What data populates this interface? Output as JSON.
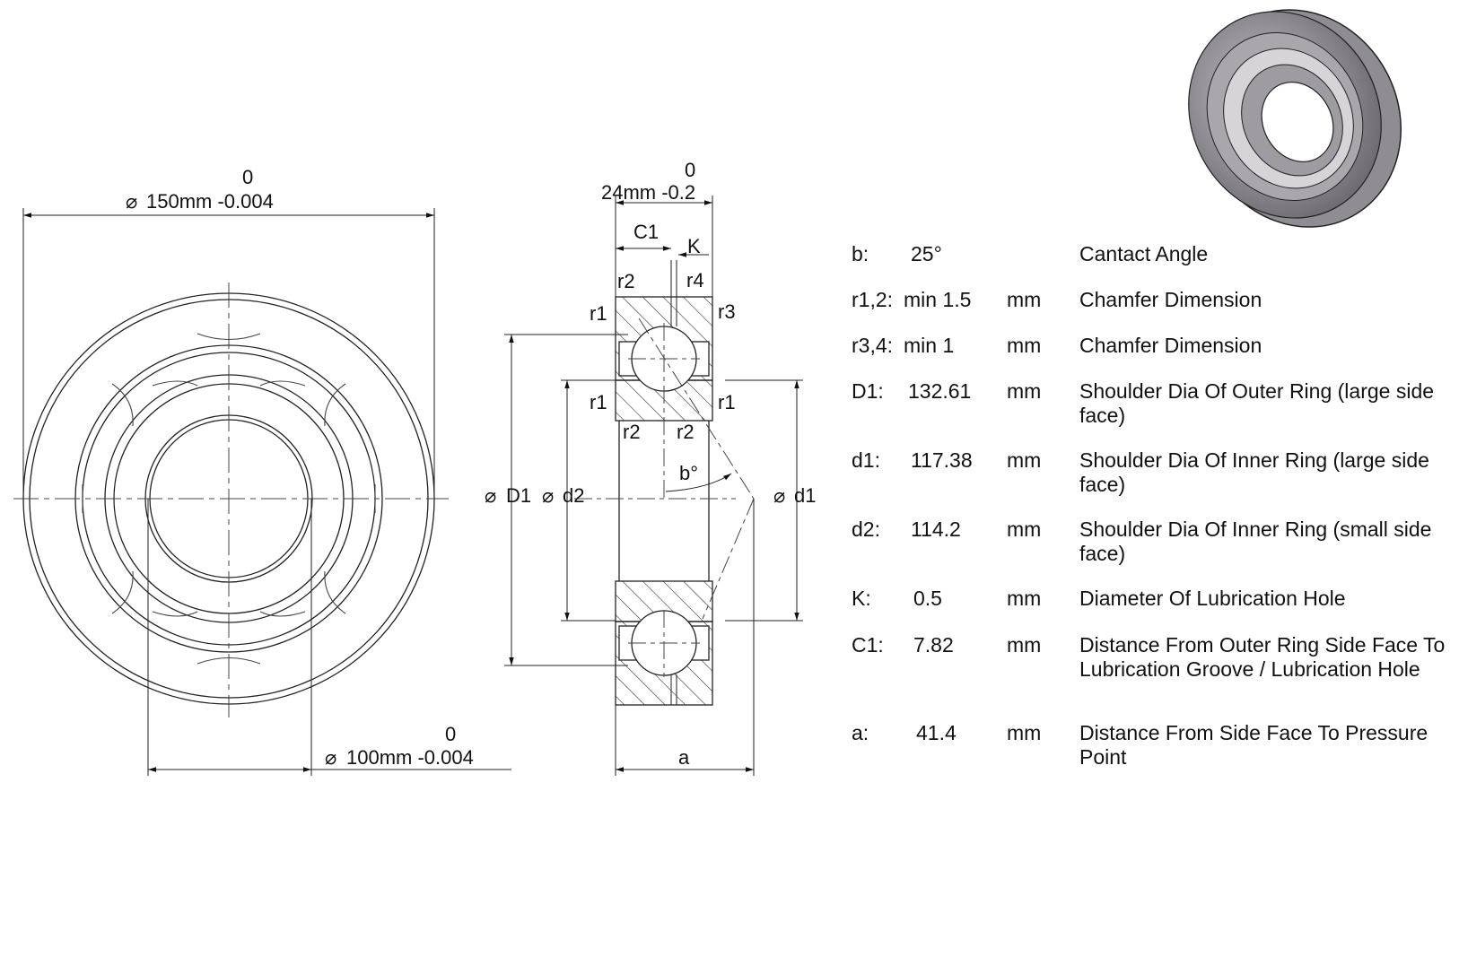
{
  "front_view": {
    "outer_diameter": {
      "zero": "0",
      "label": "150mm -0.004"
    },
    "inner_diameter": {
      "zero": "0",
      "label": "100mm -0.004"
    }
  },
  "section_view": {
    "width": {
      "zero": "0",
      "label": "24mm -0.2"
    },
    "labels": {
      "C1": "C1",
      "K": "K",
      "r2_top": "r2",
      "r4": "r4",
      "r1_top": "r1",
      "r3": "r3",
      "r1_mid_left": "r1",
      "r1_mid_right": "r1",
      "r2_mid_left": "r2",
      "r2_mid_right": "r2",
      "b_angle": "b°",
      "D1": "D1",
      "d2": "d2",
      "d1": "d1",
      "a": "a"
    }
  },
  "specs": [
    {
      "symbol": "b:",
      "value": "25°",
      "unit": "",
      "description": "Cantact Angle"
    },
    {
      "symbol": "r1,2:",
      "value": "min 1.5",
      "unit": "mm",
      "description": "Chamfer Dimension"
    },
    {
      "symbol": "r3,4:",
      "value": "min 1",
      "unit": "mm",
      "description": "Chamfer Dimension"
    },
    {
      "symbol": "D1:",
      "value": "132.61",
      "unit": "mm",
      "description": "Shoulder Dia Of Outer Ring (large side face)"
    },
    {
      "symbol": "d1:",
      "value": "117.38",
      "unit": "mm",
      "description": "Shoulder Dia Of Inner Ring (large side face)"
    },
    {
      "symbol": "d2:",
      "value": "114.2",
      "unit": "mm",
      "description": "Shoulder Dia Of Inner Ring (small side face)"
    },
    {
      "symbol": "K:",
      "value": "0.5",
      "unit": "mm",
      "description": "Diameter Of Lubrication Hole"
    },
    {
      "symbol": "C1:",
      "value": "7.82",
      "unit": "mm",
      "description": "Distance From Outer Ring Side Face To Lubrication Groove / Lubrication Hole"
    },
    {
      "symbol": "a:",
      "value": "41.4",
      "unit": "mm",
      "description": "Distance From Side Face To Pressure Point"
    }
  ],
  "colors": {
    "line": "#222222",
    "bearing_body": "#8f8c93",
    "bearing_light": "#d6d4d8"
  }
}
